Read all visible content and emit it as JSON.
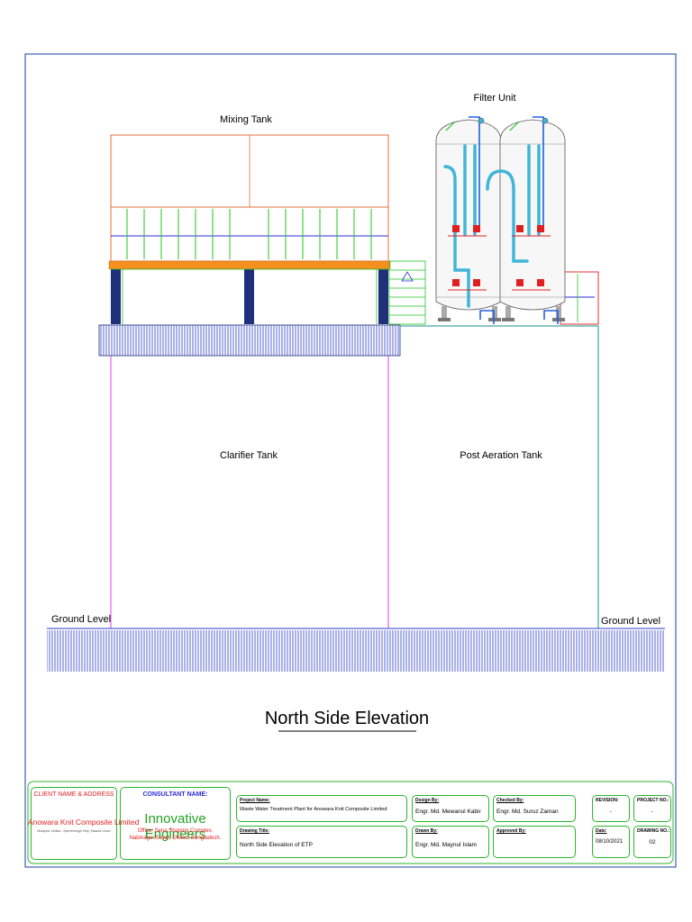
{
  "labels": {
    "mixing_tank": "Mixing Tank",
    "filter_unit": "Filter Unit",
    "clarifier_tank": "Clarifier Tank",
    "post_aeration_tank": "Post Aeration Tank",
    "ground_level_left": "Ground Level",
    "ground_level_right": "Ground Level",
    "drawing_title": "North Side Elevation"
  },
  "title_block": {
    "client_header": "CLIENT NAME & ADDRESS",
    "client_name": "Anowara Knit Composite Limited",
    "client_address": "Mulayed, Dhaka - Mymensingh Hwy, Mawna Union",
    "consultant_header": "CONSULTANT NAME:",
    "consultant_name": "Innovative Engineers",
    "consultant_address_1": "Office: Sena Shoping Complex,",
    "consultant_address_2": "Nabinagor,Savar, Dhaka, Bangladesh.",
    "project_name_header": "Project Name:",
    "project_name": "Waste Water Treatment Plant for Anowara Knit Composite Limited",
    "drawing_title_header": "Drawing Title:",
    "drawing_title": "North Side Elevation  of ETP",
    "design_by_header": "Design By:",
    "design_by": "Engr. Md. Mewanul Kabir",
    "drawn_by_header": "Drawn By:",
    "drawn_by": "Engr. Md. Maynul Islam",
    "checked_by_header": "Checked By:",
    "checked_by": "Engr. Md. Suruz Zaman",
    "approved_by_header": "Approved By:",
    "revision_header": "REVISION:",
    "revision": "-",
    "project_no_header": "PROJECT NO.:",
    "project_no": "-",
    "date_header": "Date:",
    "date": "08/10/2021",
    "drawing_no_header": "DRAWING NO.:",
    "drawing_no": "02"
  },
  "colors": {
    "frame": "#1a3fa0",
    "tank_outline": "#e0703a",
    "railing_green": "#22c422",
    "railing_blue": "#2b2bd8",
    "beam_orange": "#f5901e",
    "column_navy": "#1f2f7a",
    "clarifier_wall": "#e040e0",
    "aeration_wall": "#1e8f8f",
    "hatch": "#2a3cc8",
    "filter_pipe": "#3fb6d8",
    "valve_red": "#e02020",
    "title_block_border": "#2db52d"
  }
}
